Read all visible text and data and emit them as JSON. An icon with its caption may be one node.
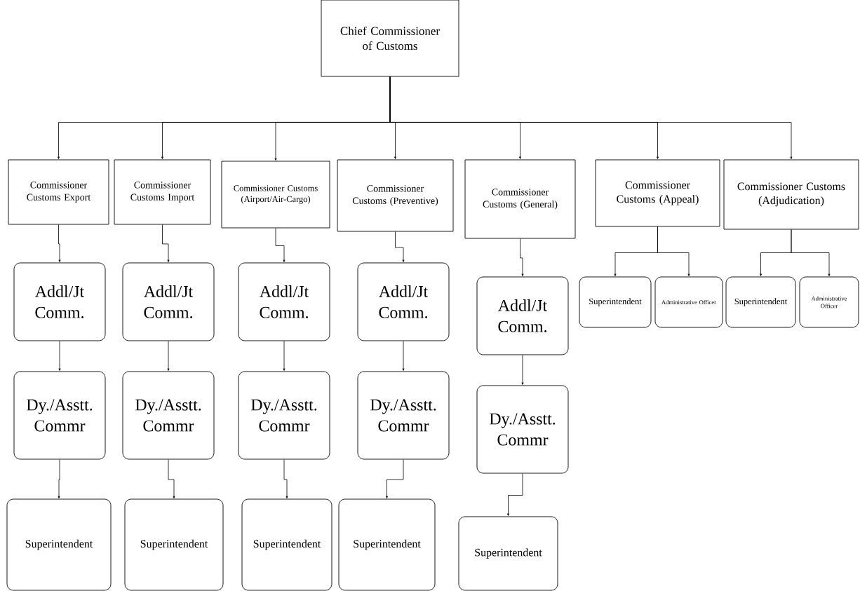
{
  "diagram": {
    "nodes": [
      {
        "text": [
          "Chief Commissioner of Customs"
        ]
      },
      {
        "text": [
          "Commissioner Customs Export"
        ]
      },
      {
        "text": [
          "Commissioner Customs Import"
        ]
      },
      {
        "text": [
          "Commissioner Customs (Airport/Air-Cargo)"
        ]
      },
      {
        "text": [
          "Commissioner Customs (Preventive)"
        ]
      },
      {
        "text": [
          "Commissioner Customs (General)"
        ]
      },
      {
        "text": [
          "Commissioner Customs (Appeal)"
        ]
      },
      {
        "text": [
          "Commissioner Customs (Adjudication)"
        ]
      },
      {
        "text": [
          "Addl/Jt Comm."
        ]
      },
      {
        "text": [
          "Dy./Asstt. Commr"
        ]
      },
      {
        "text": [
          "Superintendent"
        ]
      },
      {
        "text": [
          "Addl/Jt Comm."
        ]
      },
      {
        "text": [
          "Dy./Asstt. Commr"
        ]
      },
      {
        "text": [
          "Superintendent"
        ]
      },
      {
        "text": [
          "Addl/Jt Comm."
        ]
      },
      {
        "text": [
          "Dy./Asstt. Commr"
        ]
      },
      {
        "text": [
          "Superintendent"
        ]
      },
      {
        "text": [
          "Addl/Jt Comm."
        ]
      },
      {
        "text": [
          "Dy./Asstt. Commr"
        ]
      },
      {
        "text": [
          "Superintendent"
        ]
      },
      {
        "text": [
          "Addl/Jt Comm."
        ]
      },
      {
        "text": [
          "Dy./Asstt. Commr"
        ]
      },
      {
        "text": [
          "Superintendent"
        ]
      },
      {
        "text": [
          "Superintendent"
        ]
      },
      {
        "text": [
          "Administrative Officer"
        ]
      },
      {
        "text": [
          "Superintendent"
        ]
      },
      {
        "text": [
          "Administrative Officer"
        ]
      }
    ],
    "edges": [
      {
        "from": 0,
        "to": 1,
        "arrow": "to"
      },
      {
        "from": 0,
        "to": 2,
        "arrow": "to"
      },
      {
        "from": 0,
        "to": 3,
        "arrow": "to"
      },
      {
        "from": 0,
        "to": 4,
        "arrow": "to"
      },
      {
        "from": 0,
        "to": 5,
        "arrow": "to"
      },
      {
        "from": 0,
        "to": 6,
        "arrow": "to"
      },
      {
        "from": 0,
        "to": 7,
        "arrow": "to"
      },
      {
        "from": 1,
        "to": 8,
        "arrow": "to"
      },
      {
        "from": 8,
        "to": 9,
        "arrow": "to"
      },
      {
        "from": 9,
        "to": 10,
        "arrow": "to"
      },
      {
        "from": 2,
        "to": 11,
        "arrow": "to"
      },
      {
        "from": 11,
        "to": 12,
        "arrow": "to"
      },
      {
        "from": 12,
        "to": 13,
        "arrow": "to"
      },
      {
        "from": 3,
        "to": 14,
        "arrow": "to"
      },
      {
        "from": 14,
        "to": 15,
        "arrow": "to"
      },
      {
        "from": 15,
        "to": 16,
        "arrow": "to"
      },
      {
        "from": 4,
        "to": 17,
        "arrow": "to"
      },
      {
        "from": 17,
        "to": 18,
        "arrow": "to"
      },
      {
        "from": 18,
        "to": 19,
        "arrow": "to"
      },
      {
        "from": 5,
        "to": 20,
        "arrow": "to"
      },
      {
        "from": 20,
        "to": 21,
        "arrow": "to"
      },
      {
        "from": 21,
        "to": 22,
        "arrow": "to"
      },
      {
        "from": 6,
        "to": 23,
        "arrow": "to"
      },
      {
        "from": 6,
        "to": 24,
        "arrow": "to"
      },
      {
        "from": 7,
        "to": 25,
        "arrow": "to"
      },
      {
        "from": 7,
        "to": 26,
        "arrow": "to"
      }
    ]
  }
}
